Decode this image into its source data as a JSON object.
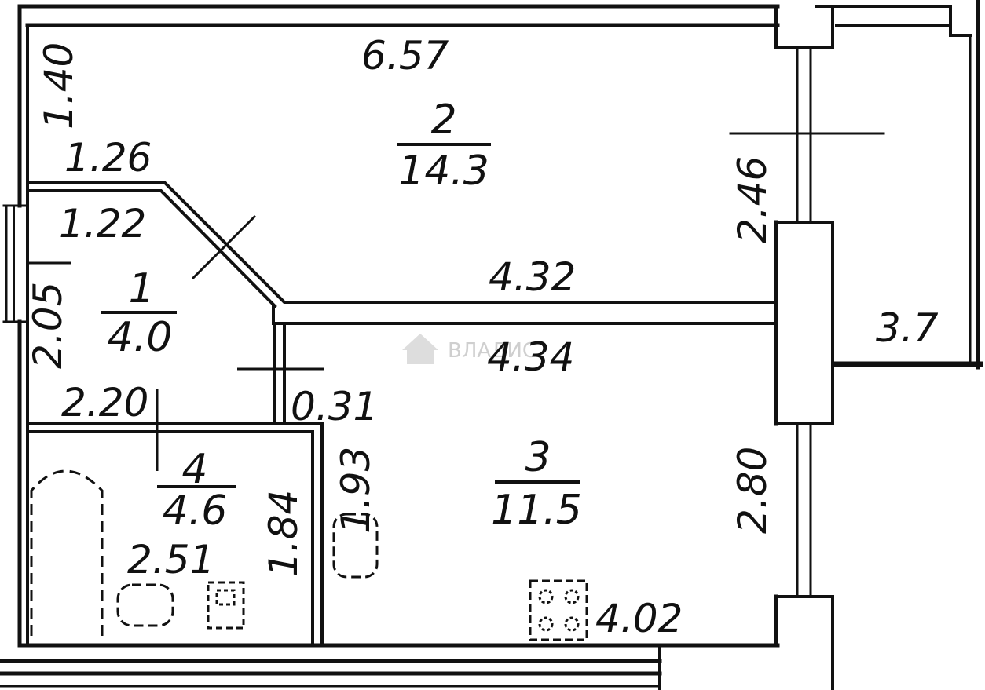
{
  "colors": {
    "ink": "#111111",
    "paper": "#ffffff",
    "watermark": "#cfcfcf"
  },
  "rooms": [
    {
      "number": "1",
      "area": "4.0"
    },
    {
      "number": "2",
      "area": "14.3"
    },
    {
      "number": "3",
      "area": "11.5"
    },
    {
      "number": "4",
      "area": "4.6"
    }
  ],
  "dimensions": {
    "top_width": "6.57",
    "left_top": "1.40",
    "corridor_top": "1.26",
    "corridor_inner": "1.22",
    "corridor_height": "2.05",
    "corridor_bottom": "2.20",
    "room2_right": "2.46",
    "room2_bottom": "4.32",
    "room3_top": "4.34",
    "room3_right": "2.80",
    "room3_bottom": "4.02",
    "partition": "0.31",
    "bath_right": "1.93",
    "bath_height": "1.84",
    "bath_width": "2.51",
    "balcony": "3.7"
  },
  "watermark": {
    "icon": "house-logo-icon",
    "text": "ВЛАДИС"
  }
}
